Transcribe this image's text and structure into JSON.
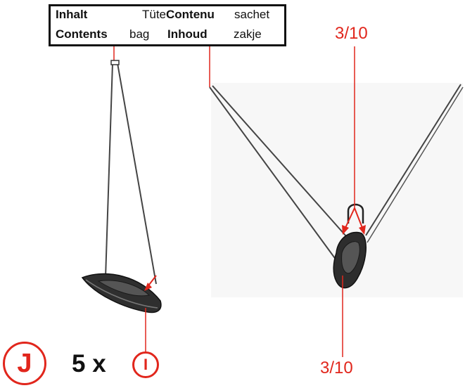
{
  "contents_box": {
    "row1": {
      "label_de": "Inhalt",
      "value_de": "Tüte",
      "label_fr": "Contenu",
      "value_fr": "sachet"
    },
    "row2": {
      "label_en": "Contents",
      "value_en": "bag",
      "label_nl": "Inhoud",
      "value_nl": "zakje"
    }
  },
  "measurements": {
    "top": "3/10",
    "bottom": "3/10"
  },
  "step": {
    "letter": "J",
    "quantity": "5 x",
    "part": "I"
  },
  "colors": {
    "accent": "#e1261c",
    "ink": "#111111",
    "hull": "#2b2b2b"
  }
}
